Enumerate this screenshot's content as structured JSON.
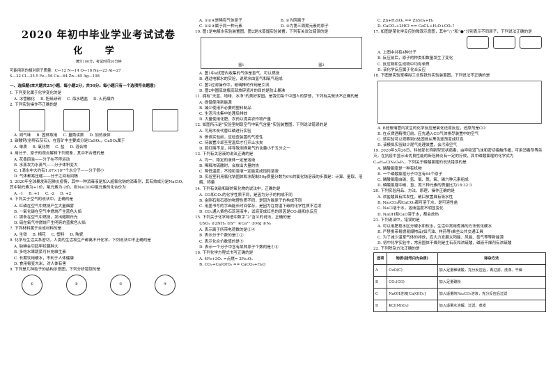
{
  "header": {
    "title": "2020 年初中毕业学业考试试卷",
    "subject": "化 学",
    "note": "满分100分，考试时间50分钟",
    "atoms1": "可能用到的相对原子质量：C—12 N—14 O—16 Na—23 Al—27",
    "atoms2": "S—32 Cl—35.5 Fe—56 Cu—64 Zn—65 Ag—108"
  },
  "col1": {
    "sect": "一、选择题(本大题共25小题，每小题2分，共50分。每小题只有一个选项符合题意)",
    "q1": "1. 下列变化属于化学变化的是",
    "q1o": [
      "A. 冰雪融化",
      "B. 胆矾研碎",
      "C. 海水晒盐",
      "D. 火药爆炸"
    ],
    "q2": "2. 下列实验操作不正确的是",
    "q2o": [
      "A. 闻气味",
      "B. 固体取用",
      "C. 量筒读数",
      "D. 加热液体"
    ],
    "q3": "3. 碳酸钙(俗称石灰石)，在盲矿中主要成分是CaSO₄，CaSO₄属于",
    "q3o": [
      "A. 单质",
      "B. 氧化物",
      "C. 盐",
      "D. 混合物"
    ],
    "q4": "4. 用分子、原子的观点解释下列现象，其中不合理的是",
    "q4o": [
      "A. 花香四溢——分子在不停运动",
      "B. 水蒸发为水蒸气——分子体积变大",
      "C. 1滴水中大约有1.67×10²¹个水分子——分子很小",
      "D. 气体都易压缩——分子之间有间隔"
    ],
    "q5": "5. 2020年全球暴发新冠肺炎疫情，其中一种消毒液是加入超氯化钠的消毒剂，其有效成分是NaClO，其中钠元素为+1价，氧元素为-2价，则NaClO中氯元素的化合价为",
    "q5o": [
      "A. -1",
      "B. +1",
      "C. -2",
      "D. +2"
    ],
    "q6": "6. 下列关于空气的说法中，正确的是",
    "q6o": [
      "A. 红磷在空气中燃烧产生大量烟雾",
      "B. 一氧化碳在空气中燃烧产生蓝色火焰",
      "C. 镁条在空气中燃烧，发出耀眼白光",
      "D. 硫在氧气中燃烧产生明亮的蓝紫色火焰"
    ],
    "q7": "7. 下列材料属于合成材料的是",
    "q7o": [
      "A. 生铁",
      "B. 棉花",
      "C. 塑料",
      "D. 陶瓷"
    ],
    "q8": "8. 化学与生活关系密切，人类的生活和生产都离不开化学。下列说法中不正确的是",
    "q8o": [
      "A. 缺碘会引起甲状腺肿大",
      "B. 多吃水果蔬菜可补充维生素",
      "C. 长期饮用硬水，不利于人体健康",
      "D. 食用霉变大米，对人体有害"
    ],
    "q9": "9. 下列是几种粒子的结构示意图，下列分析错误的是",
    "atoms": [
      "①",
      "②",
      "③",
      "④"
    ]
  },
  "col2": {
    "q9o": [
      "A. ①②④是稀有气体原子",
      "B. ②为阴离子",
      "C. ①②③属于同一种元素",
      "D. ③为第三周期元素的原子"
    ],
    "q10": "10. 图1是电解水实验装置图，图2是水蒸馏实验装置，下列有关说法错误的是",
    "fig": [
      "图1",
      "图2"
    ],
    "q10o": [
      "A. 图1中a试管内收集的气体是氢气，可以燃烧",
      "B. 通过电解水的实验，说明水由氢气和氧气组成",
      "C. 图2过滤操作中，玻璃棒的作用是引流",
      "D. 图2中圆底烧瓶底部放碎瓷片的目的是防止暴沸"
    ],
    "q11": "11. 拥有“天蓝、地绿、水净”的美好家园，是我们每个中国人的梦想，下列有关做法不正确的是",
    "q11o": [
      "A. 提倡使用新能源",
      "B. 减少使用不必要的塑料制品",
      "C. 生活污水集中处理后排放",
      "D. 大量使用化肥、农药以提高农作物产量"
    ],
    "q12": "12. 如图所示是“实验室制取空气中氧气含量”实验装置图，下列说法错误的是",
    "q12o": [
      "A. 可用木炭代替红磷进行实验",
      "B. 做该实验前，应检查装置的气密性",
      "C. 待装置冷却至室温后才打开止水夹",
      "D. 若红磷不足，将导致测得氧气的含量小于五分之一"
    ],
    "q13": "13. 下列有关溶液的说法正确的是",
    "q13o": [
      "A. 均一、稳定的液体一定是溶液",
      "B. 稀释浓硫酸时，会放出大量的热",
      "C. 降低温度，不饱和溶液一定能变成饱和溶液",
      "D. 实验室利用氯化钠固体和水配制50g质量分数为6%的氯化钠溶液的步骤是：计算、量取、溶解、称量"
    ],
    "q14": "14. 下列有关碳和碳的氧化物的说法中，正确的是",
    "q14o": [
      "A. CO和CO₂的化学性质不同，是因为分子的构成不同",
      "B. 金刚石和石墨的物理性质不同，是因为碳原子的构成不同",
      "C. 用墨书写的字画能长时间保存，是因为在常温下碳的化学性质不活泼",
      "D. CO₂通入紫色石蕊溶液中，试液变成红色的原因是CO₂能和水反应"
    ],
    "q15": "15. 下列关于化学用语中数字“2”含义的说法，正确的是",
    "q15f": "①SO₂  ②2NH₃  ③S²⁻  ④Ca²⁺  ⑤Mg  ⑥N₂",
    "q15o": [
      "A. 表示离子所带电荷数的是②④",
      "B. 表示分子个数的是①②",
      "C. 表示化合价数值的是⑤",
      "D. 表示一个分子中含有某种原子个数的是①⑥"
    ],
    "q16": "16. 下列化学方程式书写正确的是",
    "q16o": [
      "A. 4Fe+3O₂ =点燃= 2Fe₂O₃",
      "B. CO₂+Ca(OH)₂ == CaCO₃+H₂O"
    ]
  },
  "col3": {
    "q16o2": [
      "C. Zn+H₂SO₄ == ZnSO₄+H₂",
      "D. CaCO₃+2HCl == CaCl₂+H₂O+CO₂↑"
    ],
    "q17": "17. 如图是某化学反应的微观示意图，其中“○”和“●”分别表示不同原子，下列说法正确的是",
    "q17o": [
      "A. 上图中共有4种分子",
      "B. 反应前后，原子的种类和数量发生了变化",
      "C. 反应物和生成物中均有单质",
      "D. 该化学反应属于化合反应"
    ],
    "q18": "18. 下图是实验室模拟工业炼铁的实验装置图，下列说法不正确的是",
    "q18o": [
      "A. B处玻璃管内发生的化学反应是氧化还原反应，还原剂是CO",
      "B. 在点燃酒精喷灯前，应先通入CO气体排尽装置中的空气",
      "C. 该实验可以观察到B处固体从黑色逐渐变成红色",
      "D. 该模拟实验缺少尾气处理装置，会污染空气"
    ],
    "q19": "19. 2020年5月26日，科技部长称新型冠状病毒，由呼吸道飞沫和密切接触传播，可用消毒剂等杀灭，在抗疫中显示出优良性能的新冠肺炎有一定的疗效，其中磷酸氯喹的化学式为C₁₈H₂₆ClN₃O₈P₂，下列关于磷酸氯喹的说法错误的是",
    "q19o": [
      "A. 磷酸氯喹是一种有机物",
      "B. 一个磷酸氯喹分子中含有64个原子",
      "C. 磷酸氯喹由碳、氢、氯、氮、氧、磷六种元素组成",
      "D. 磷酸氯喹中碳、氢、氮三种元素的质量比为18:32:3"
    ],
    "q20": "20. 下列实验用品、方法、原理，操作正确的是",
    "q20o": [
      "A. 浓盐酸具有挥发性，敞口放置具有吸水性",
      "B. Na₂CO₃和CaCO₃都可溶于水，是可溶性盐",
      "C. NaCl溶于水，溶液温度不明显变化",
      "D. NaOH和CaO溶于水，都会放热"
    ],
    "q21": "21. 下列说法中，错误的是",
    "q21o": [
      "A. 可以用肥皂水区分硬水和软水，生活中常用煮沸的方法软化硬水",
      "B. 严禁携带易燃易爆物品(如汽油、样药等)乘坐公共交通工具",
      "C. 为了减少温室气体的排放，应大力发展太阳能、风能、氢气等等新能源",
      "D. 初中化学实验中，常用固体干燥剂是生石灰和浓硫酸，碱液干燥剂有浓硫酸"
    ],
    "q22": "22. 下列除杂方法正确的是",
    "table_head": [
      "选项",
      "物质(括号内为杂质)",
      "除杂方法"
    ],
    "table_rows": [
      [
        "A",
        "CuO(C)",
        "加入足量稀硫酸，充分反应后，再过滤、洗涤、干燥"
      ],
      [
        "B",
        "CO₂(CO)",
        "加入足量碳粉"
      ],
      [
        "C",
        "NaOH溶液[Ca(OH)₂]",
        "加入适量的Na₂CO₃溶液，充分反应后过滤"
      ],
      [
        "D",
        "KCl(MnO₂)",
        "加入适量水溶解、过滤、蒸发"
      ]
    ]
  }
}
